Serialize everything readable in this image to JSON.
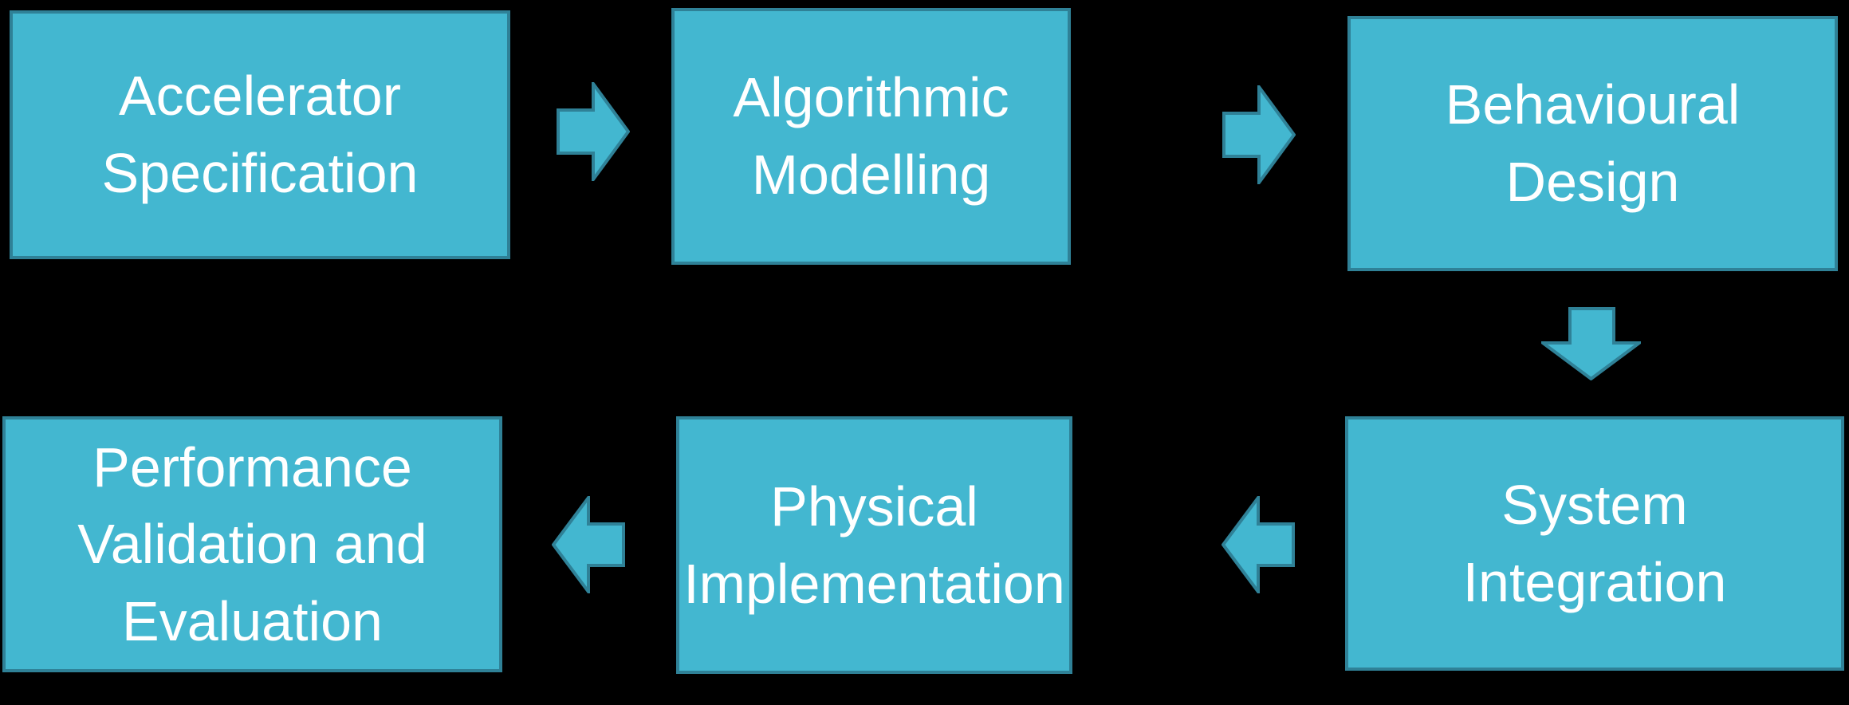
{
  "colors": {
    "background": "#000000",
    "box_fill": "#43B7D0",
    "box_border": "#2F8197",
    "text": "#FFFFFF"
  },
  "diagram": {
    "type": "flowchart",
    "boxes": [
      {
        "id": "accelerator-specification",
        "label": "Accelerator\nSpecification"
      },
      {
        "id": "algorithmic-modelling",
        "label": "Algorithmic\nModelling"
      },
      {
        "id": "behavioural-design",
        "label": "Behavioural\nDesign"
      },
      {
        "id": "system-integration",
        "label": "System\nIntegration"
      },
      {
        "id": "physical-implementation",
        "label": "Physical\nImplementation"
      },
      {
        "id": "performance-validation-evaluation",
        "label": "Performance\nValidation and\nEvaluation"
      }
    ],
    "arrows": [
      {
        "id": "arrow-1",
        "direction": "right",
        "from": "accelerator-specification",
        "to": "algorithmic-modelling"
      },
      {
        "id": "arrow-2",
        "direction": "right",
        "from": "algorithmic-modelling",
        "to": "behavioural-design"
      },
      {
        "id": "arrow-3",
        "direction": "down",
        "from": "behavioural-design",
        "to": "system-integration"
      },
      {
        "id": "arrow-4",
        "direction": "left",
        "from": "system-integration",
        "to": "physical-implementation"
      },
      {
        "id": "arrow-5",
        "direction": "left",
        "from": "physical-implementation",
        "to": "performance-validation-evaluation"
      }
    ]
  }
}
